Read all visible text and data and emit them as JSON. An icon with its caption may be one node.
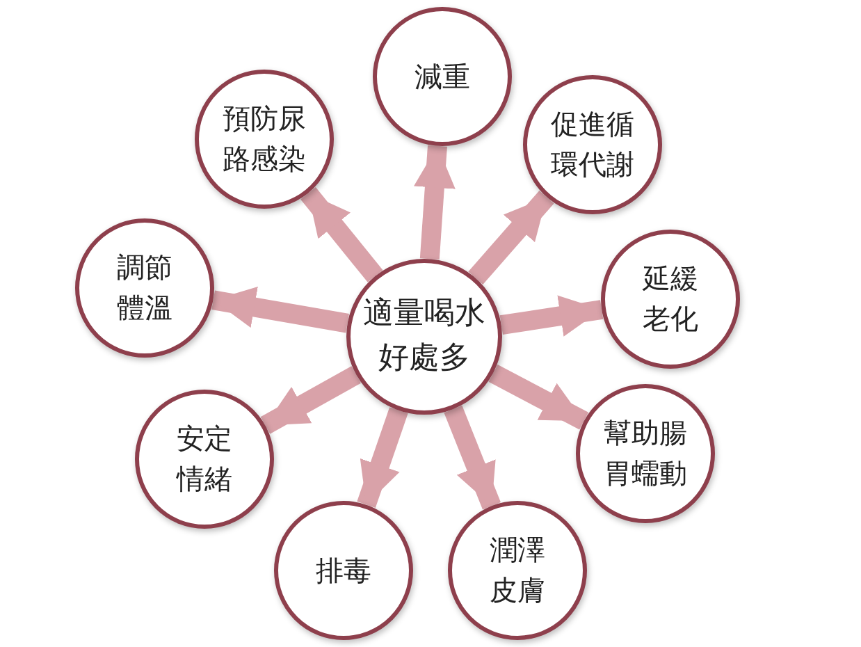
{
  "diagram": {
    "nodes": [
      {
        "text": [
          "適量喝水好處多"
        ]
      },
      {
        "text": [
          "減重"
        ]
      },
      {
        "text": [
          "促進循環代謝"
        ]
      },
      {
        "text": [
          "延緩老化"
        ]
      },
      {
        "text": [
          "幫助腸胃蠕動"
        ]
      },
      {
        "text": [
          "潤澤皮膚"
        ]
      },
      {
        "text": [
          "排毒"
        ]
      },
      {
        "text": [
          "安定情緒"
        ]
      },
      {
        "text": [
          "調節體溫"
        ]
      },
      {
        "text": [
          "預防尿路感染"
        ]
      }
    ],
    "edges": [
      {
        "from": 0,
        "to": 1,
        "arrow": "to"
      },
      {
        "from": 0,
        "to": 2,
        "arrow": "to"
      },
      {
        "from": 0,
        "to": 3,
        "arrow": "to"
      },
      {
        "from": 0,
        "to": 4,
        "arrow": "to"
      },
      {
        "from": 0,
        "to": 5,
        "arrow": "to"
      },
      {
        "from": 0,
        "to": 6,
        "arrow": "to"
      },
      {
        "from": 0,
        "to": 7,
        "arrow": "to"
      },
      {
        "from": 0,
        "to": 8,
        "arrow": "to"
      },
      {
        "from": 0,
        "to": 9,
        "arrow": "to"
      }
    ]
  }
}
